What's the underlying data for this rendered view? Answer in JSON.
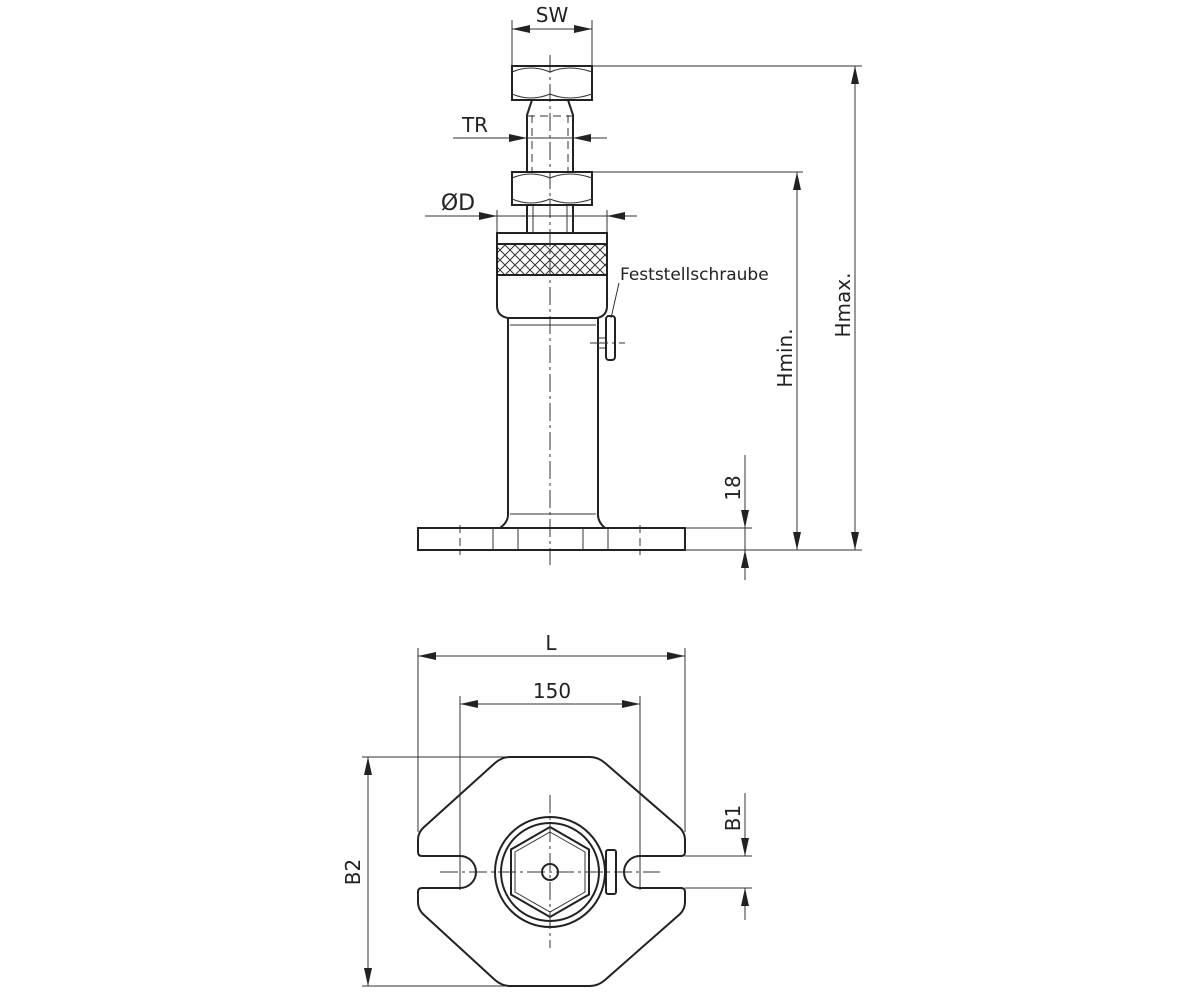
{
  "side_view": {
    "labels": {
      "sw": "SW",
      "tr": "TR",
      "d": "ØD",
      "screw": "Feststellschraube",
      "hmin": "Hmin.",
      "hmax": "Hmax.",
      "h18": "18"
    }
  },
  "top_view": {
    "labels": {
      "l": "L",
      "d150": "150",
      "b1": "B1",
      "b2": "B2"
    }
  }
}
